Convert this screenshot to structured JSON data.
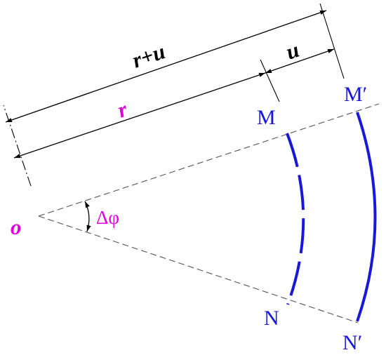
{
  "labels": {
    "r_plus_u": "r+u",
    "u": "u",
    "r": "r",
    "origin": "o",
    "angle": "Δφ",
    "M": "M",
    "M_prime": "M′",
    "N": "N",
    "N_prime": "N′"
  },
  "colors": {
    "dimension_line": "#000000",
    "construction_line": "#555555",
    "arc": "#1818d8",
    "magenta_label": "#e000e0",
    "blue_label": "#1818d8"
  }
}
